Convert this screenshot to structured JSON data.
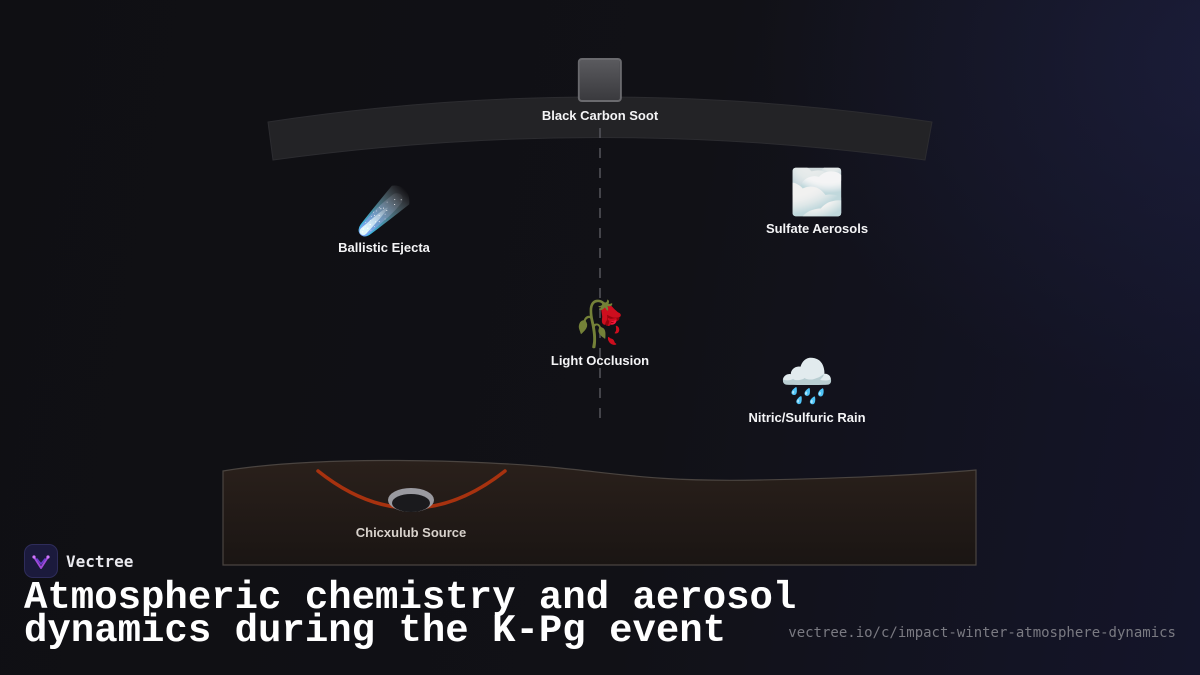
{
  "diagram": {
    "nodes": {
      "soot": {
        "label": "Black Carbon Soot",
        "icon": "black-square-icon"
      },
      "ejecta": {
        "label": "Ballistic Ejecta",
        "emoji": "☄️",
        "icon": "comet-icon"
      },
      "sulfate": {
        "label": "Sulfate Aerosols",
        "emoji": "🌫️",
        "icon": "fog-icon"
      },
      "occlusion": {
        "label": "Light Occlusion",
        "emoji": "🥀",
        "icon": "wilted-flower-icon"
      },
      "rain": {
        "label": "Nitric/Sulfuric Rain",
        "emoji": "🌧️",
        "icon": "rain-cloud-icon"
      },
      "source": {
        "label": "Chicxulub Source",
        "icon": "crater-icon"
      }
    },
    "colors": {
      "atmosphere_band": "#242427",
      "ground": "#1f1916",
      "crater_rim": "#a7320f",
      "dashed_axis": "#55555c"
    }
  },
  "brand": {
    "name": "Vectree"
  },
  "footer": {
    "title": "Atmospheric chemistry and aerosol dynamics during the K-Pg event",
    "url": "vectree.io/c/impact-winter-atmosphere-dynamics"
  }
}
